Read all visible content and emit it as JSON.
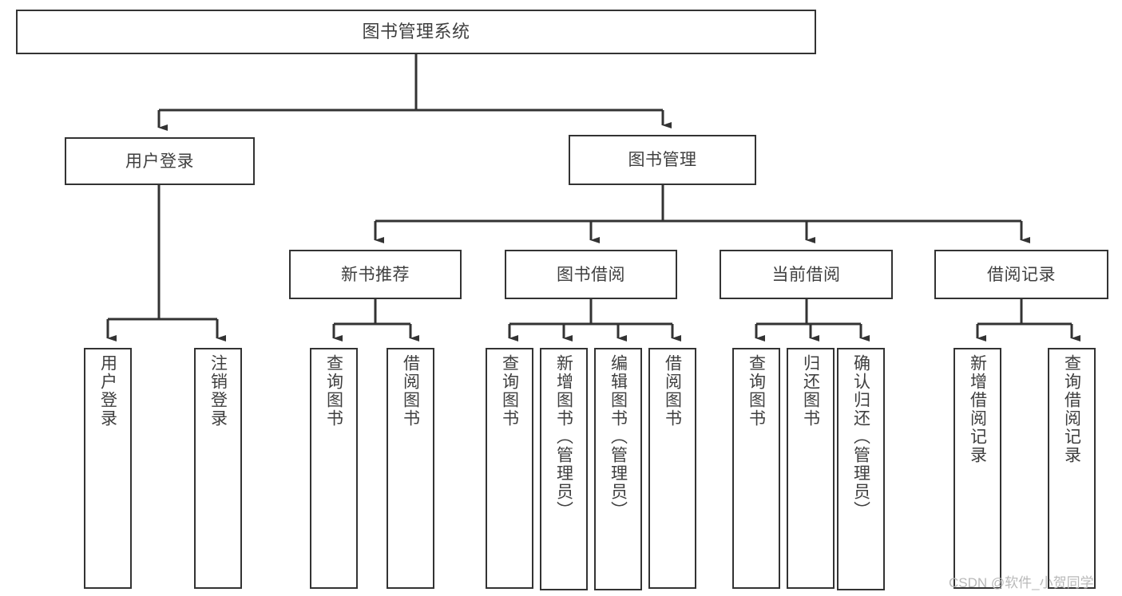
{
  "diagram": {
    "type": "tree-hierarchy-flowchart",
    "title": "图书管理系统",
    "colors": {
      "background": "#ffffff",
      "box_border": "#333333",
      "box_fill": "#ffffff",
      "text": "#3f3f3f",
      "connector": "#333333",
      "watermark": "#b9b9b9"
    },
    "root": {
      "label": "图书管理系统"
    },
    "level2": [
      {
        "label": "用户登录"
      },
      {
        "label": "图书管理"
      }
    ],
    "level3": [
      {
        "label": "新书推荐"
      },
      {
        "label": "图书借阅"
      },
      {
        "label": "当前借阅"
      },
      {
        "label": "借阅记录"
      }
    ],
    "leaves": {
      "user_login": [
        {
          "label": "用户登录"
        },
        {
          "label": "注销登录"
        }
      ],
      "new_book_recommend": [
        {
          "label": "查询图书"
        },
        {
          "label": "借阅图书"
        }
      ],
      "book_borrow": [
        {
          "label": "查询图书"
        },
        {
          "label": "新增图书（管理员）"
        },
        {
          "label": "编辑图书（管理员）"
        },
        {
          "label": "借阅图书"
        }
      ],
      "current_borrow": [
        {
          "label": "查询图书"
        },
        {
          "label": "归还图书"
        },
        {
          "label": "确认归还（管理员）"
        }
      ],
      "borrow_record": [
        {
          "label": "新增借阅记录"
        },
        {
          "label": "查询借阅记录"
        }
      ]
    }
  },
  "watermark": {
    "text": "CSDN @软件_小贺同学"
  }
}
